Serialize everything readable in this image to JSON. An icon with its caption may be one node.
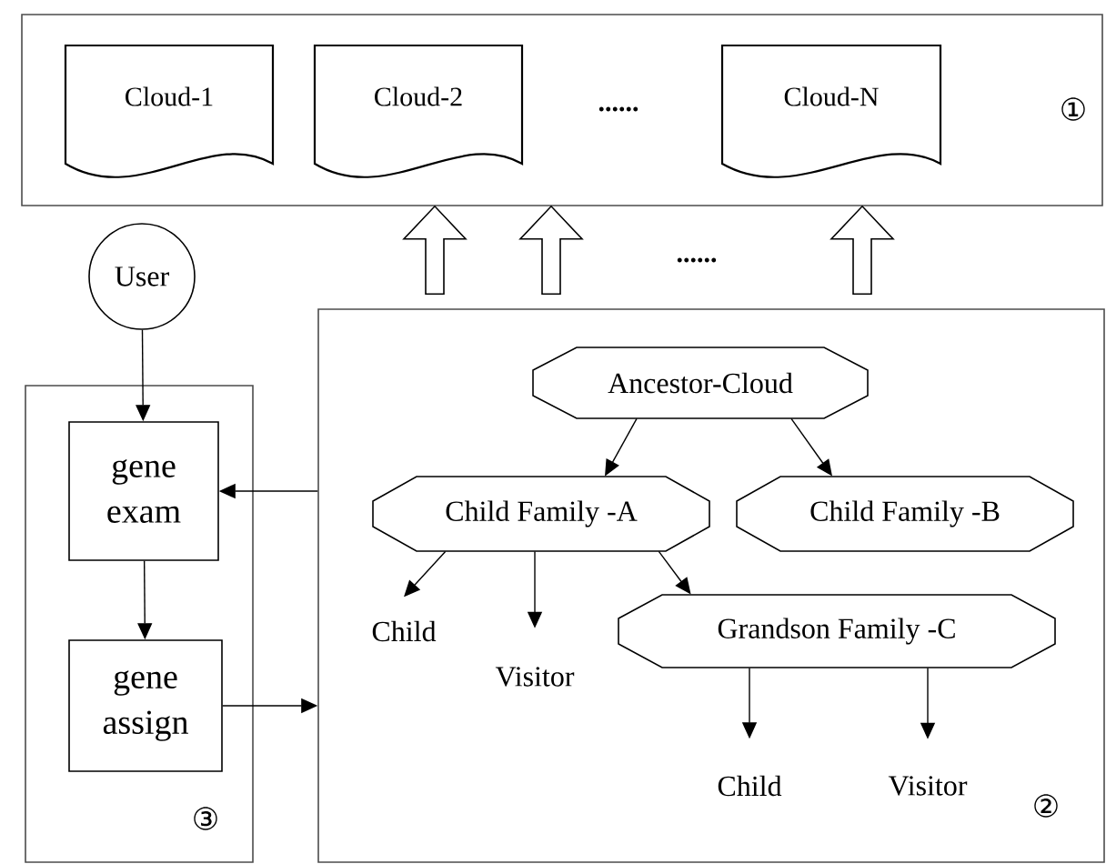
{
  "diagram": {
    "nodes": [
      {
        "text": [
          "①"
        ]
      },
      {
        "text": [
          "Cloud-1"
        ],
        "in": 0
      },
      {
        "text": [
          "Cloud-2"
        ],
        "in": 0
      },
      {
        "text": [
          "Cloud-N"
        ],
        "in": 0
      },
      {
        "text": [
          "②"
        ]
      },
      {
        "text": [
          "③"
        ]
      },
      {
        "text": [
          "User"
        ]
      },
      {
        "text": [
          "gene exam"
        ],
        "in": 5
      },
      {
        "text": [
          "gene assign"
        ],
        "in": 5
      },
      {
        "text": [
          "Ancestor-Cloud"
        ],
        "in": 4
      },
      {
        "text": [
          "Child Family -A"
        ],
        "in": 4
      },
      {
        "text": [
          "Child Family -B"
        ],
        "in": 4
      },
      {
        "text": [
          "Child"
        ],
        "in": 4
      },
      {
        "text": [
          "Visitor"
        ],
        "in": 4
      },
      {
        "text": [
          "Grandson Family -C"
        ],
        "in": 4
      },
      {
        "text": [
          "Child"
        ],
        "in": 4
      },
      {
        "text": [
          "Visitor"
        ],
        "in": 4
      }
    ],
    "edges": [
      {
        "from": 6,
        "to": 7,
        "arrow": "to"
      },
      {
        "from": 7,
        "to": 8,
        "arrow": "to"
      },
      {
        "from": 4,
        "to": 7,
        "arrow": "to"
      },
      {
        "from": 8,
        "to": 4,
        "arrow": "to"
      },
      {
        "from": 9,
        "to": 10,
        "arrow": "to"
      },
      {
        "from": 9,
        "to": 11,
        "arrow": "to"
      },
      {
        "from": 10,
        "to": 12,
        "arrow": "to"
      },
      {
        "from": 10,
        "to": 13,
        "arrow": "to"
      },
      {
        "from": 10,
        "to": 14,
        "arrow": "to"
      },
      {
        "from": 14,
        "to": 15,
        "arrow": "to"
      },
      {
        "from": 14,
        "to": 16,
        "arrow": "to"
      },
      {
        "from": 4,
        "to": 0,
        "arrow": "to",
        "style": "thick"
      },
      {
        "from": 4,
        "to": 0,
        "arrow": "to",
        "style": "thick"
      },
      {
        "from": 4,
        "to": 0,
        "arrow": "to",
        "style": "thick"
      }
    ],
    "labels": [
      "......",
      "......"
    ]
  }
}
